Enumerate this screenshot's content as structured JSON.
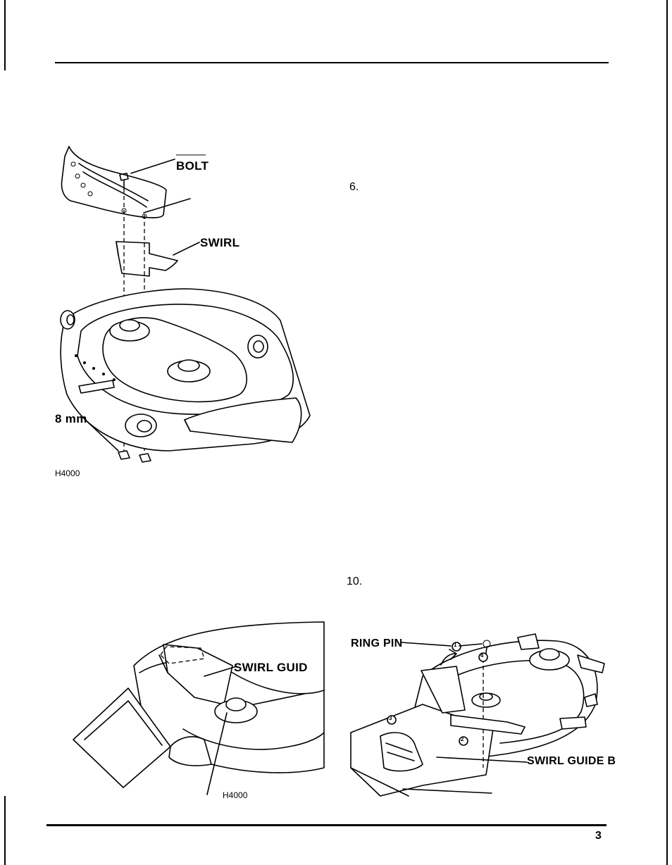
{
  "page": {
    "page_number": "3"
  },
  "steps": {
    "step_6": "6.",
    "step_10": "10."
  },
  "figure_1": {
    "bolt_label": "BOLT",
    "swirl_label": "SWIRL",
    "nut_label": "8 mm",
    "code": "H4000"
  },
  "figure_2": {
    "swirl_guide_label": "SWIRL GUID",
    "code": "H4000"
  },
  "figure_3": {
    "ring_pin_label": "RING PIN",
    "swirl_guide_b_label": "SWIRL GUIDE B",
    "callouts": [
      "1",
      "2",
      "3",
      "4"
    ]
  }
}
